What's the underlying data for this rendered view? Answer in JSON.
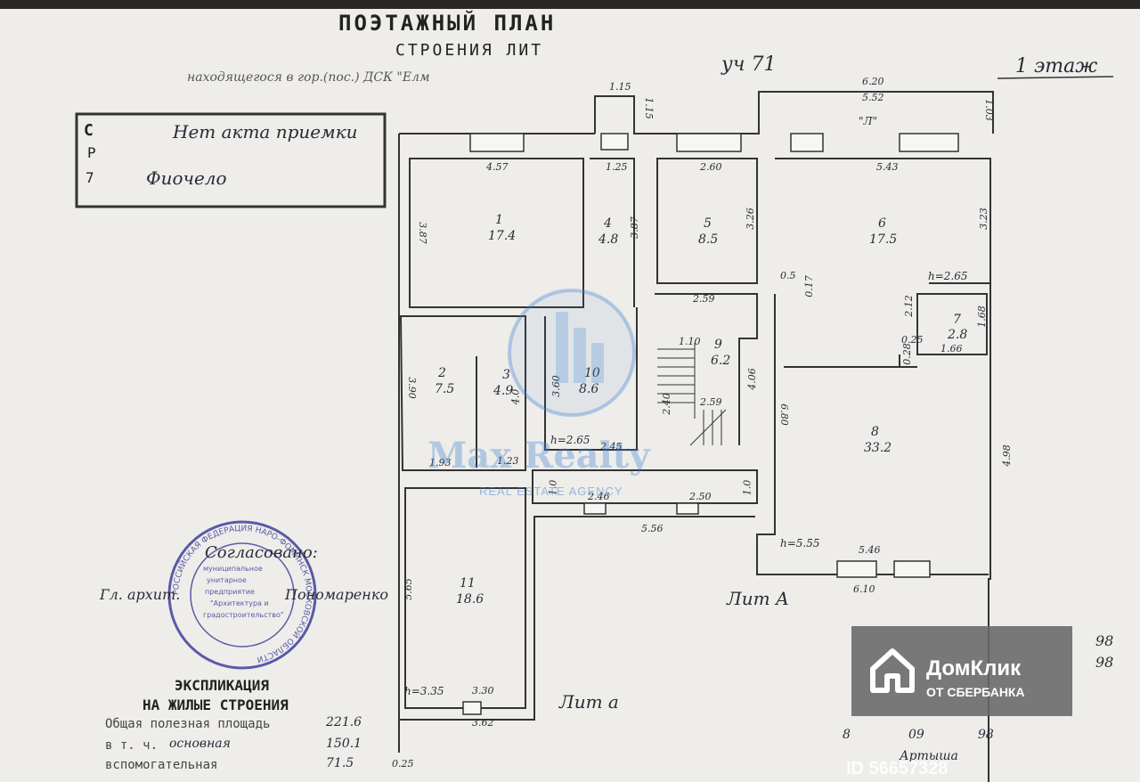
{
  "header": {
    "title": "ПОЭТАЖНЫЙ ПЛАН",
    "subtitle": "СТРОЕНИЯ ЛИТ",
    "location_line": "находящегося в гор.(пос.) ДСК \"Елм",
    "sheet_code": "уч 71",
    "floor_label": "1 этаж"
  },
  "left_stamp": {
    "line1": "Нет акта приемки",
    "line2": "Фиочело",
    "side_chars": [
      "С",
      "Р",
      "7"
    ]
  },
  "rooms": [
    {
      "num": "1",
      "area": "17.4"
    },
    {
      "num": "2",
      "area": "7.5"
    },
    {
      "num": "3",
      "area": "4.9"
    },
    {
      "num": "4",
      "area": "4.8"
    },
    {
      "num": "5",
      "area": "8.5"
    },
    {
      "num": "6",
      "area": "17.5"
    },
    {
      "num": "7",
      "area": "2.8"
    },
    {
      "num": "8",
      "area": "33.2"
    },
    {
      "num": "9",
      "area": "6.2"
    },
    {
      "num": "10",
      "area": "8.6"
    },
    {
      "num": "11",
      "area": "18.6"
    }
  ],
  "dimensions": [
    "1.15",
    "1.15",
    "6.20",
    "5.52",
    "1.03",
    "4.57",
    "1.25",
    "2.60",
    "5.43",
    "3.87",
    "3.87",
    "3.26",
    "3.23",
    "0.5",
    "0.17",
    "h=2.65",
    "2.59",
    "2.12",
    "0.25",
    "1.68",
    "1.66",
    "0.28",
    "1.10",
    "2.40",
    "2.59",
    "4.06",
    "6.80",
    "4.98",
    "3.90",
    "4.0",
    "3.60",
    "h=2.65",
    "2.45",
    "1.93",
    "1.23",
    "1.0",
    "2.46",
    "2.50",
    "1.0",
    "5.56",
    "h=5.55",
    "5.46",
    "6.10",
    "5.65",
    "h=3.35",
    "3.30",
    "3.62",
    "0.25",
    "\"Л\""
  ],
  "lit_labels": [
    "Лит А",
    "Лит а"
  ],
  "approval": {
    "agreed": "Согласовано:",
    "chief": "Гл. архит.",
    "signature": "Пономаренко"
  },
  "round_stamp": {
    "outer": "РОССИЙСКАЯ ФЕДЕРАЦИЯ НАРО-ФОМИНСК МОСКОВСКОЙ ОБЛАСТИ",
    "inner": [
      "муниципальное",
      "унитарное",
      "предприятие",
      "\"Архитектура и",
      "градостроительство\""
    ]
  },
  "explication": {
    "title1": "ЭКСПЛИКАЦИЯ",
    "title2": "НА ЖИЛЫЕ СТРОЕНИЯ",
    "row1_label": "Общая полезная площадь",
    "row1_value": "221.6",
    "row2_label": "в т. ч.",
    "row2_sub": "основная",
    "row2_value": "150.1",
    "row3_label": "вспомогательная",
    "row3_value": "71.5"
  },
  "corner_notes": {
    "n1": "98",
    "n2": "98",
    "n3": "8",
    "n4": "09",
    "n5": "98",
    "sig": "Артыша"
  },
  "watermark": {
    "brand": "Max Realty",
    "tagline": "REAL ESTATE AGENCY"
  },
  "domclick": {
    "name": "ДомКлик",
    "sub": "ОТ СБЕРБАНКА"
  },
  "listing_id": "ID 56657328",
  "colors": {
    "paper": "#eeedea",
    "ink": "#2b2b2b",
    "stamp": "#5a5aa8",
    "watermark": "#3c82d2",
    "badge": "#686868"
  }
}
